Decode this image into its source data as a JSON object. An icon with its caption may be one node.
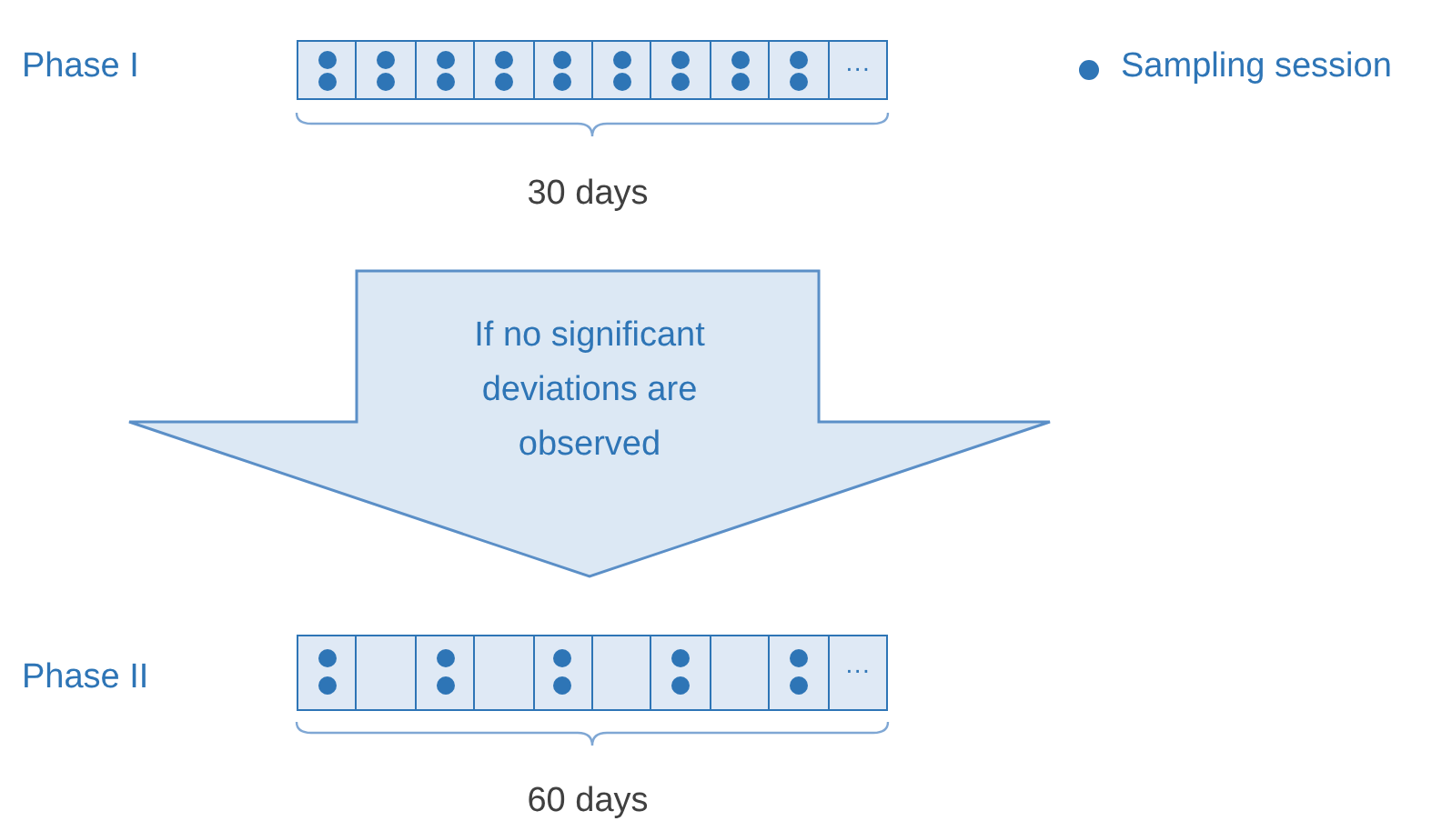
{
  "diagram": {
    "nodes": [
      {
        "text": [],
        "shape": "bar",
        "beside": [
          "30 days"
        ]
      },
      {
        "text": [
          "If no significant deviations are observed"
        ]
      },
      {
        "text": [],
        "shape": "bar",
        "beside": [
          "60 days"
        ]
      }
    ],
    "labels": [
      "Phase I",
      "···",
      "Phase II",
      "···"
    ],
    "legend": [
      {
        "text": "Sampling session",
        "color": "#2e75b6"
      }
    ]
  }
}
